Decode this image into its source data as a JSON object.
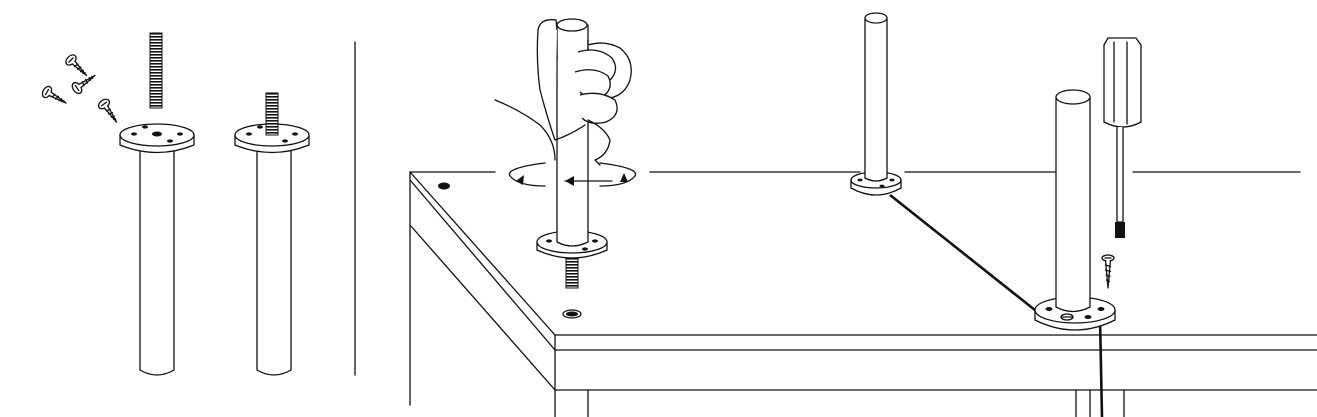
{
  "diagram": {
    "kind": "assembly-instruction",
    "text_labels": [],
    "steps": [
      {
        "name": "parts",
        "items": [
          "screw",
          "screw",
          "screw",
          "screw",
          "threaded-rod",
          "leg-with-mounting-plate",
          "leg-with-mounting-plate"
        ]
      },
      {
        "name": "mount-legs",
        "actions": [
          "screw-leg-into-insert",
          "fasten-plate-with-screws"
        ]
      }
    ],
    "icons": [
      "screw-icon",
      "threaded-rod-icon",
      "leg-icon",
      "hand-icon",
      "rotation-arrow-icon",
      "screwdriver-icon"
    ],
    "colors": {
      "line": "#111111",
      "background": "#ffffff"
    }
  }
}
